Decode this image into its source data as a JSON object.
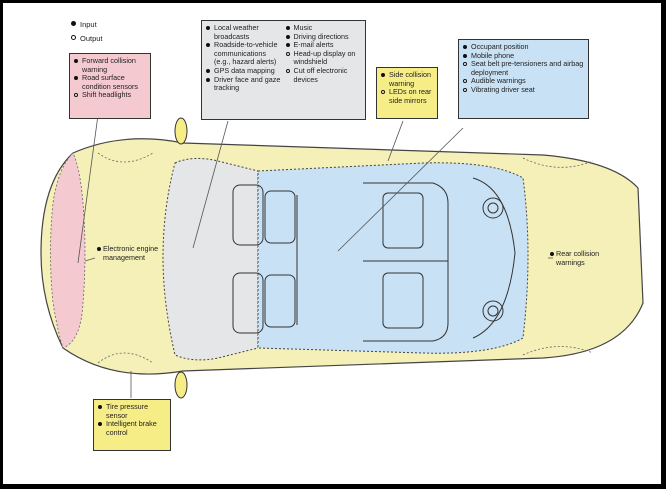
{
  "legend": {
    "input": "Input",
    "output": "Output"
  },
  "colors": {
    "front_zone": "#f4c9cf",
    "body_zone": "#f4f0b8",
    "windshield_zone": "#e4e6e8",
    "cabin_zone": "#c8e1f4",
    "side_box": "#f7ed86",
    "tire_box": "#f7ed86",
    "cabin_box": "#c8e1f4",
    "windshield_box": "#e4e6e8",
    "front_box": "#f4c9cf"
  },
  "boxes": {
    "front": {
      "items": [
        {
          "text": "Forward collision warning",
          "type": "input"
        },
        {
          "text": "Road surface condition sensors",
          "type": "input"
        },
        {
          "text": "Shift headlights",
          "type": "output"
        }
      ]
    },
    "windshield": {
      "col1": [
        {
          "text": "Local weather broadcasts",
          "type": "input"
        },
        {
          "text": "Roadside-to-vehicle communications (e.g., hazard alerts)",
          "type": "input"
        },
        {
          "text": "GPS data mapping",
          "type": "input"
        },
        {
          "text": "Driver face and gaze tracking",
          "type": "input"
        }
      ],
      "col2": [
        {
          "text": "Music",
          "type": "input"
        },
        {
          "text": "Driving directions",
          "type": "input"
        },
        {
          "text": "E-mail alerts",
          "type": "input"
        },
        {
          "text": "Head-up display on windshield",
          "type": "output"
        },
        {
          "text": "Cut off electronic devices",
          "type": "output"
        }
      ]
    },
    "side": {
      "items": [
        {
          "text": "Side collision warning",
          "type": "input"
        },
        {
          "text": "LEDs on rear side mirrors",
          "type": "output"
        }
      ]
    },
    "cabin": {
      "items": [
        {
          "text": "Occupant position",
          "type": "input"
        },
        {
          "text": "Mobile phone",
          "type": "input"
        },
        {
          "text": "Seat belt pre-tensioners and airbag deployment",
          "type": "output"
        },
        {
          "text": "Audible warnings",
          "type": "output"
        },
        {
          "text": "Vibrating driver seat",
          "type": "output"
        }
      ]
    },
    "engine": {
      "text": "Electronic engine management"
    },
    "rear": {
      "text": "Rear collision warnings"
    },
    "tire": {
      "items": [
        {
          "text": "Tire pressure sensor",
          "type": "input"
        },
        {
          "text": "Intelligent brake control",
          "type": "input"
        }
      ]
    }
  }
}
